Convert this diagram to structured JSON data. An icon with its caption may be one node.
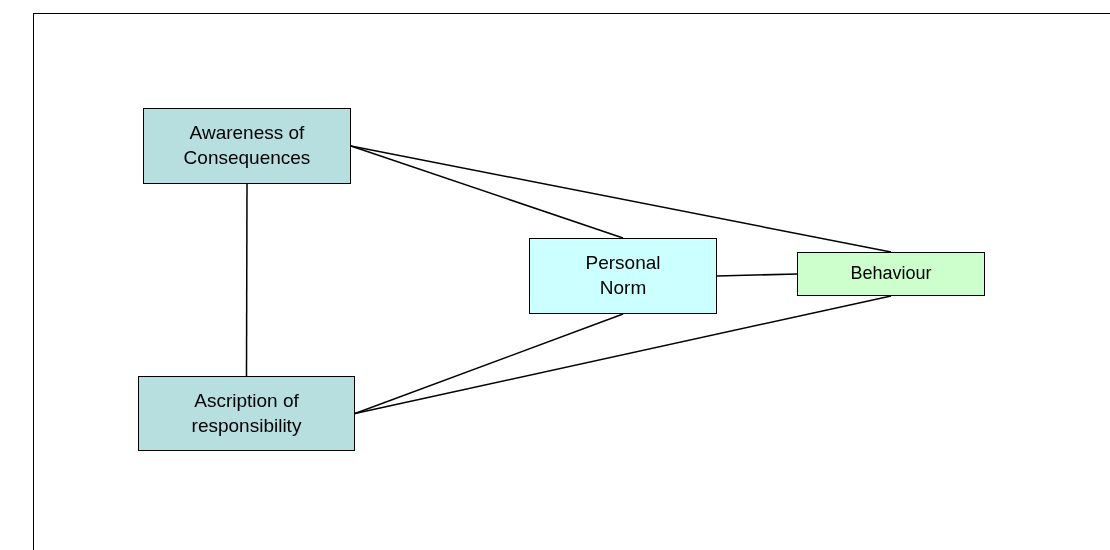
{
  "diagram": {
    "nodes": [
      {
        "text": [
          "Awareness of Consequences"
        ]
      },
      {
        "text": [
          "Personal Norm"
        ]
      },
      {
        "text": [
          "Behaviour"
        ]
      },
      {
        "text": [
          "Ascription of responsibility"
        ]
      }
    ],
    "edges": [
      {
        "from": 0,
        "to": 1,
        "arrow": "none"
      },
      {
        "from": 0,
        "to": 2,
        "arrow": "none"
      },
      {
        "from": 0,
        "to": 3,
        "arrow": "none"
      },
      {
        "from": 1,
        "to": 2,
        "arrow": "none"
      },
      {
        "from": 3,
        "to": 1,
        "arrow": "none"
      },
      {
        "from": 3,
        "to": 2,
        "arrow": "none"
      }
    ]
  }
}
